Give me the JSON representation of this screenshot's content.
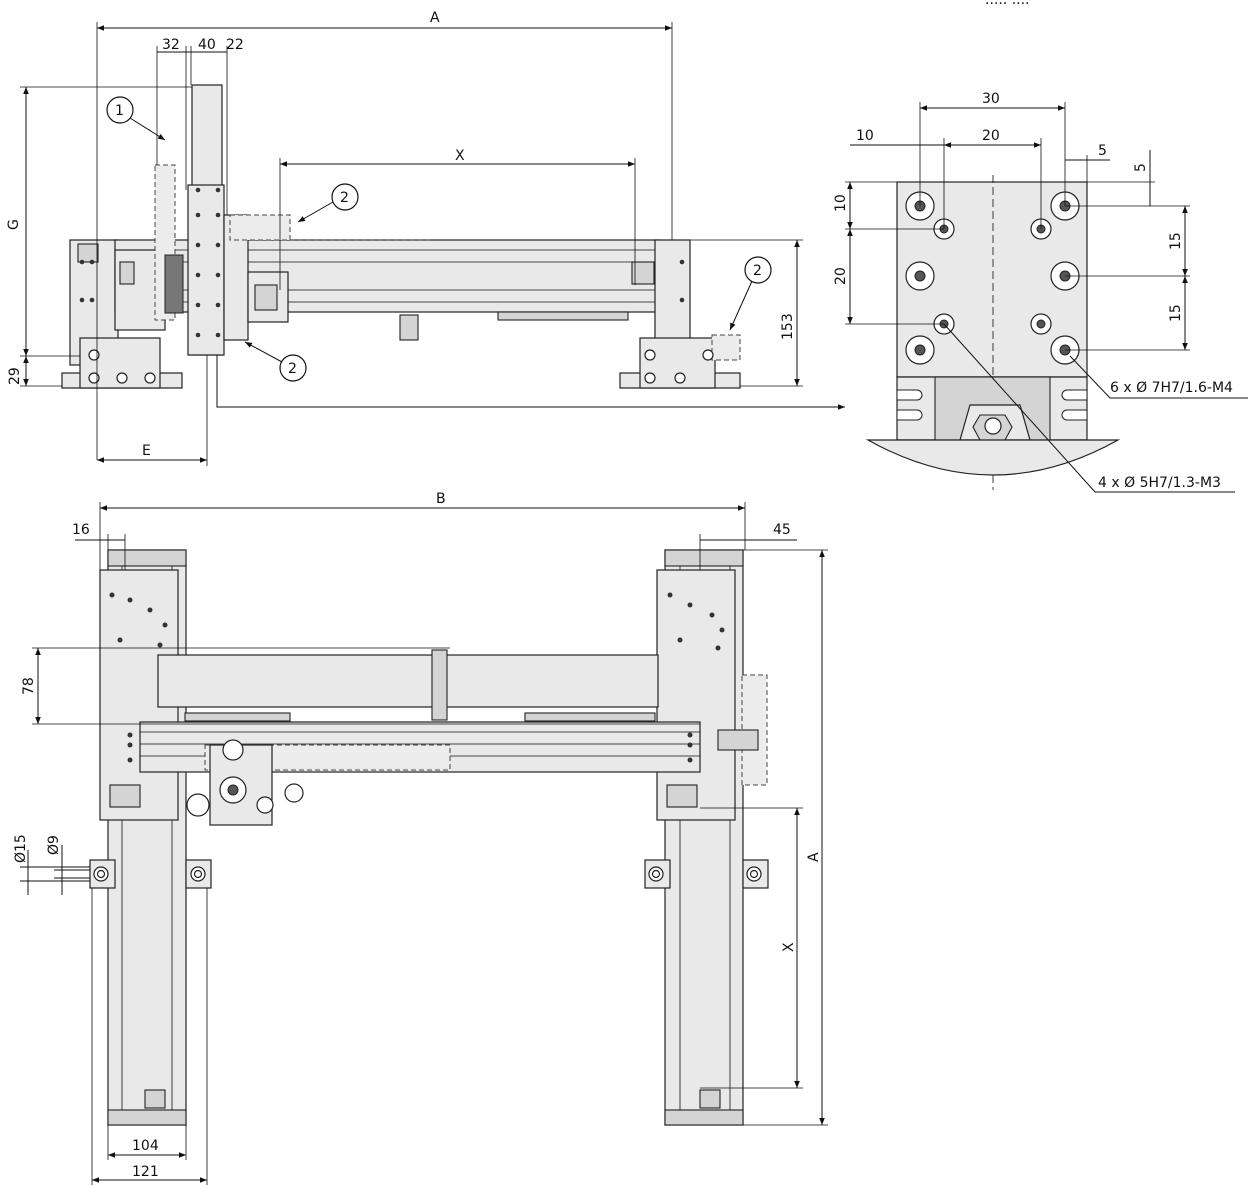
{
  "header": {
    "partial_text": "····· ····"
  },
  "dimensions": {
    "A_top": "A",
    "d32": "32",
    "d40": "40",
    "d22": "22",
    "X_top": "X",
    "G": "G",
    "d153": "153",
    "d29": "29",
    "E": "E",
    "B": "B",
    "d16": "16",
    "d45": "45",
    "d78": "78",
    "phi15": "Ø15",
    "phi9": "Ø9",
    "A_side": "A",
    "X_side": "X",
    "d104": "104",
    "d121": "121"
  },
  "detail_dimensions": {
    "d30": "30",
    "d10_top": "10",
    "d20_top": "20",
    "d5_top": "5",
    "d5_right": "5",
    "d10_left": "10",
    "d20_left": "20",
    "d15_upper": "15",
    "d15_lower": "15"
  },
  "callouts": {
    "c1": "1",
    "c2a": "2",
    "c2b": "2",
    "c2c": "2",
    "holes_large": "6 x Ø 7H7/1.6-M4",
    "holes_small": "4 x Ø 5H7/1.3-M3"
  }
}
